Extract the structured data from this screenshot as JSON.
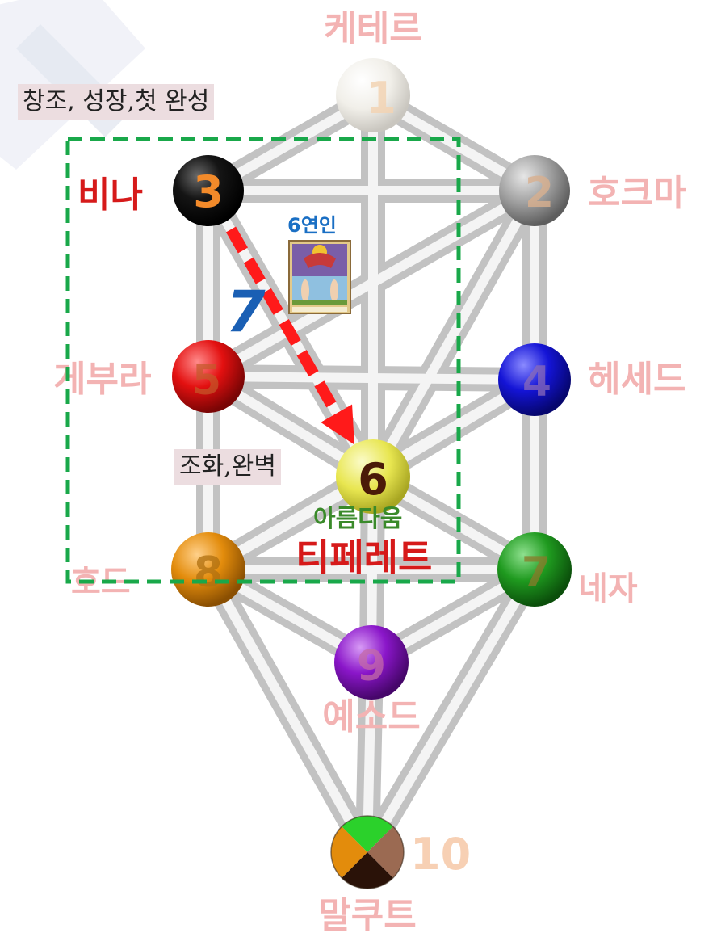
{
  "sephirot": [
    {
      "id": "1",
      "number": "1",
      "name": "케테르",
      "color": "#f1efe9"
    },
    {
      "id": "2",
      "number": "2",
      "name": "호크마",
      "color": "#9e9e9e"
    },
    {
      "id": "3",
      "number": "3",
      "name": "비나",
      "color": "#111111"
    },
    {
      "id": "4",
      "number": "4",
      "name": "헤세드",
      "color": "#1414d6"
    },
    {
      "id": "5",
      "number": "5",
      "name": "게부라",
      "color": "#e31010"
    },
    {
      "id": "6",
      "number": "6",
      "name": "티페레트",
      "color": "#e8e650"
    },
    {
      "id": "7",
      "number": "7",
      "name": "네자",
      "color": "#1f9a1f"
    },
    {
      "id": "8",
      "number": "8",
      "name": "호드",
      "color": "#e38c0c"
    },
    {
      "id": "9",
      "number": "9",
      "name": "예소드",
      "color": "#8a16c9"
    },
    {
      "id": "10",
      "number": "10",
      "name": "말쿠트",
      "color": "#6b3a1a"
    }
  ],
  "annotations": {
    "creation_label": "창조, 성장,첫 완성",
    "harmony_label": "조화,완벽",
    "beauty_label": "아름다움",
    "path_number": "7",
    "tarot_title": "6연인"
  },
  "colors": {
    "faded_label": "#f3b3b3",
    "strong_label": "#d61a1a",
    "dashed_box": "#19a84a",
    "arrow": "#ff1a1a",
    "path_number": "#1a5fb4",
    "tarot_title": "#1a6fc4",
    "beauty_label": "#3a8a2a"
  }
}
